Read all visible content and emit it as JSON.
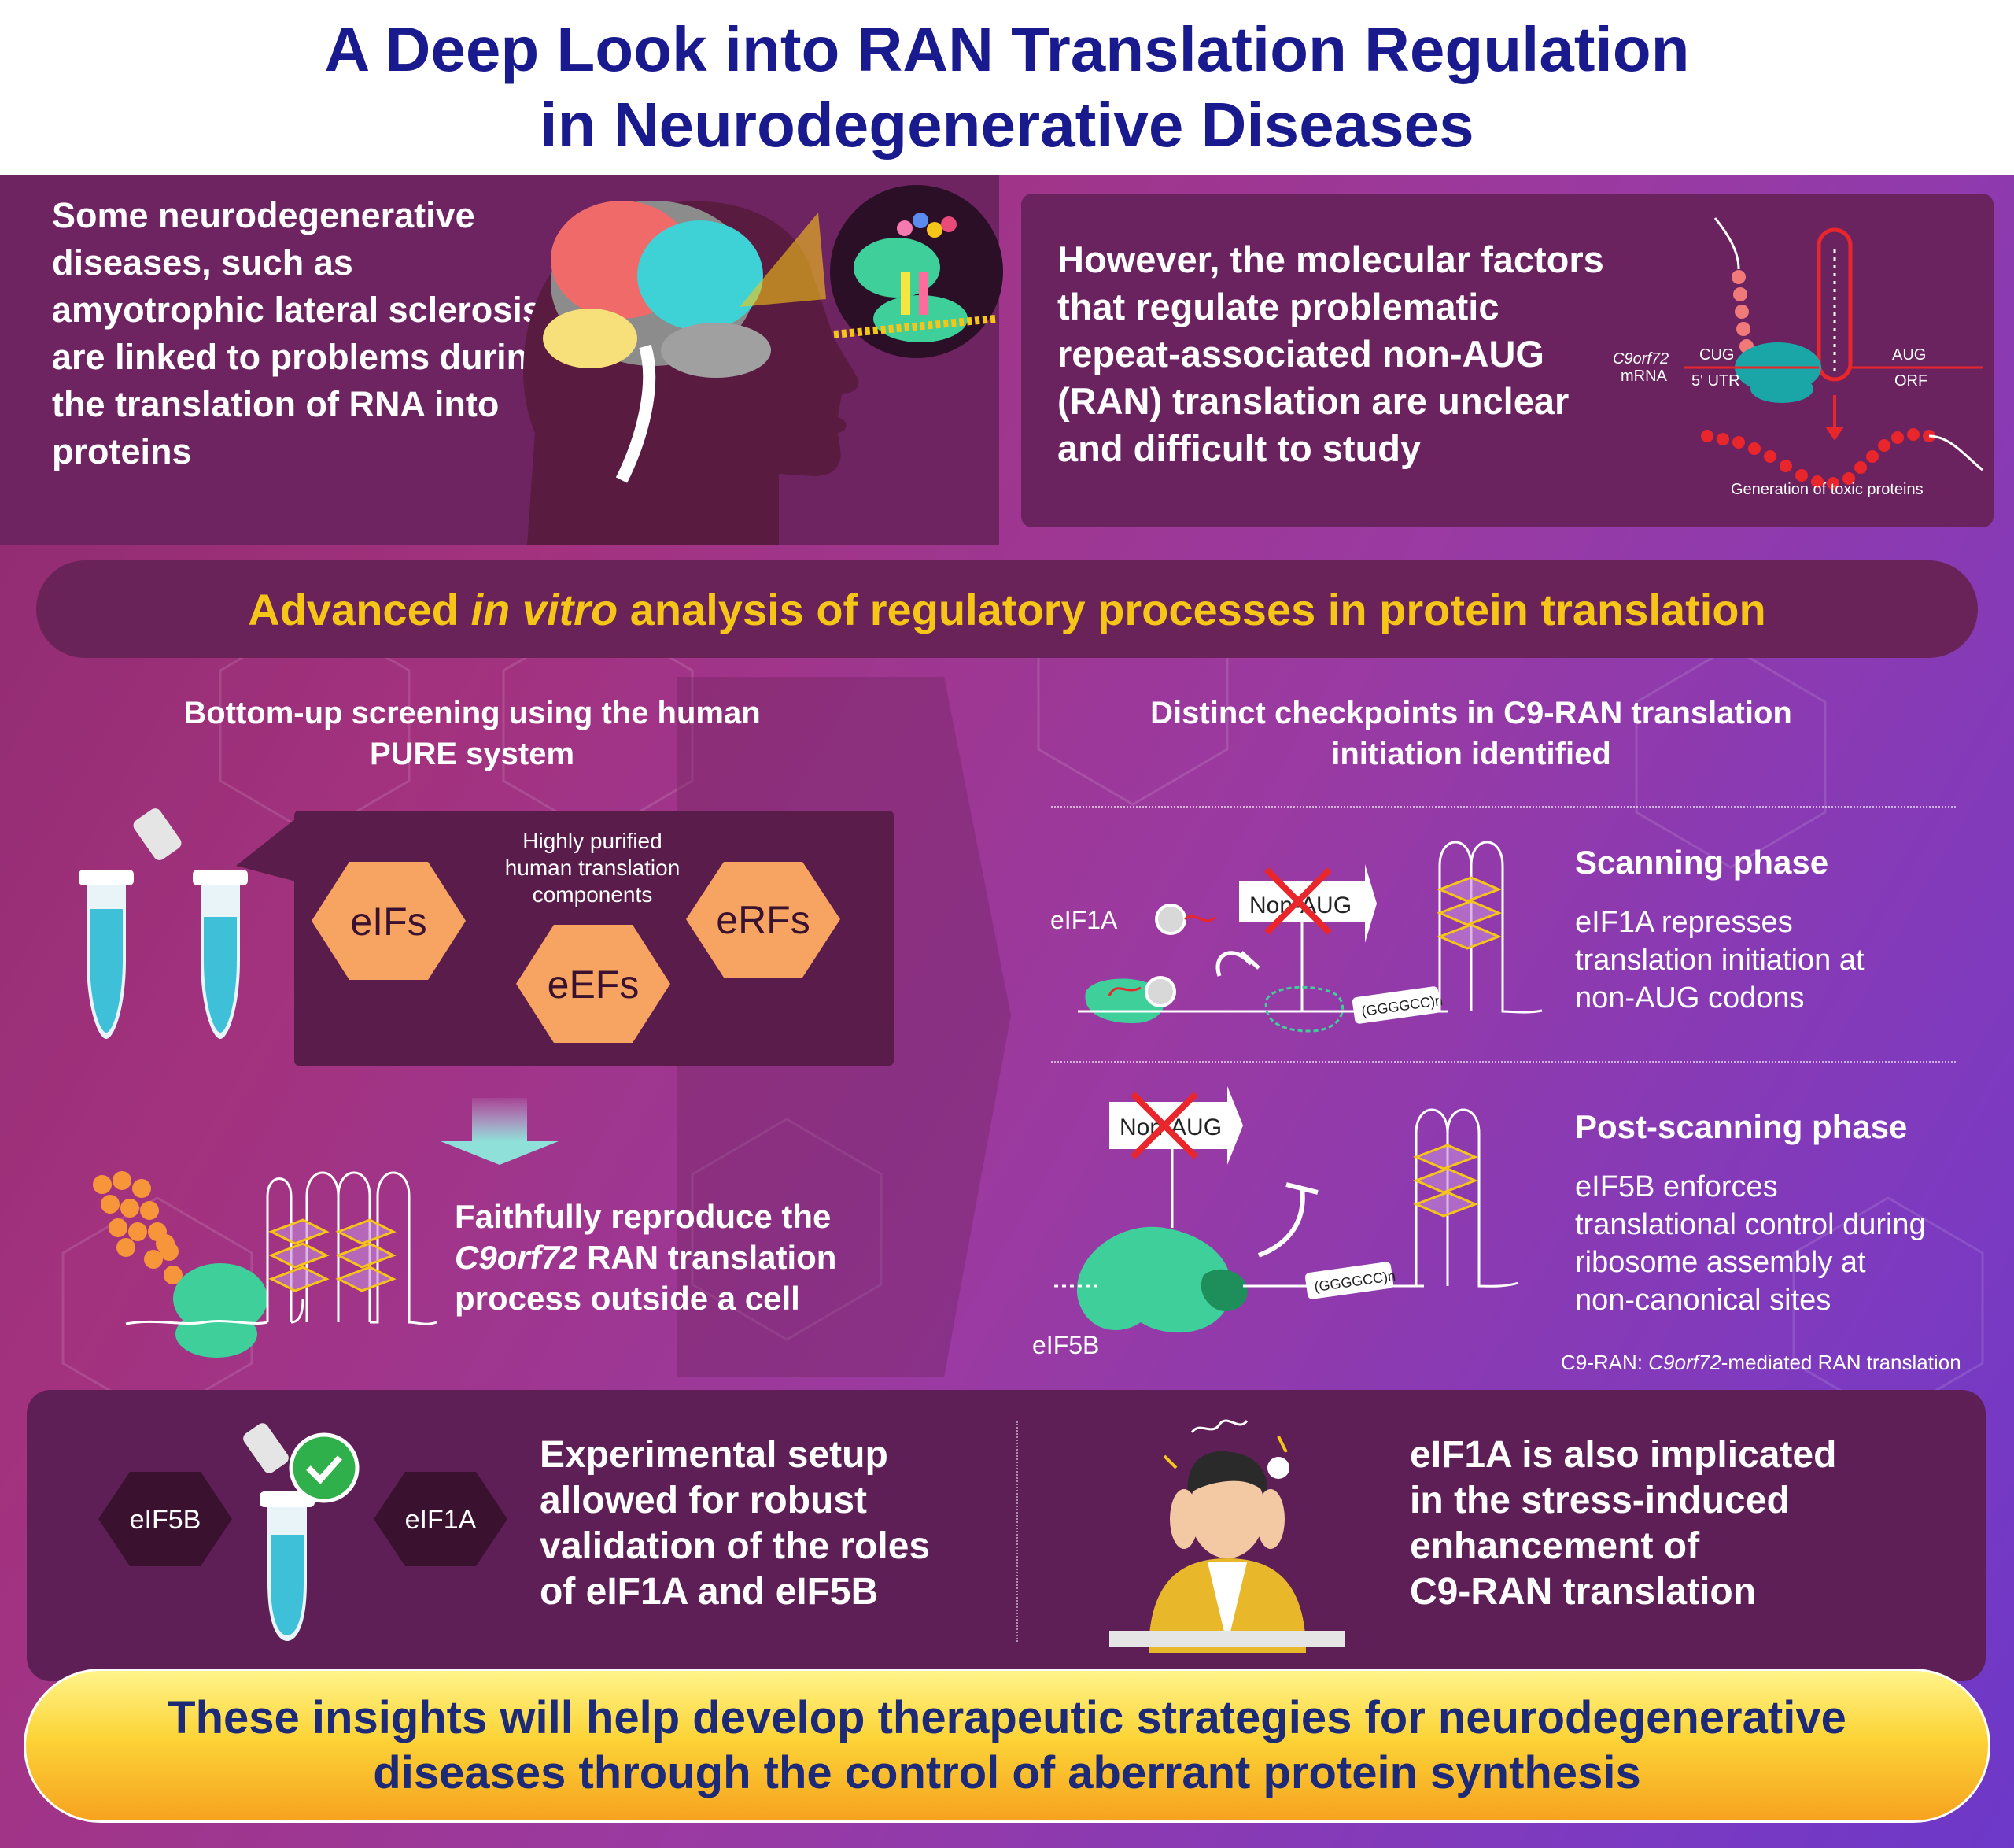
{
  "title": {
    "line1": "A Deep Look into RAN Translation Regulation",
    "line2": "in Neurodegenerative Diseases"
  },
  "intro": {
    "left_text": "Some neurodegenerative diseases, such as amyotrophic lateral sclerosis, are linked to problems during the translation of RNA into proteins",
    "right_text": "However, the molecular factors that regulate problematic repeat-associated non-AUG (RAN) translation are unclear and difficult to study"
  },
  "mrna_diagram": {
    "gene_label": "C9orf72",
    "mrna_label": "mRNA",
    "cug_label": "CUG",
    "utr_label": "5' UTR",
    "aug_label": "AUG",
    "orf_label": "ORF",
    "caption": "Generation of toxic proteins"
  },
  "banner": {
    "prefix": "Advanced ",
    "italic": "in vitro",
    "suffix": " analysis of regulatory processes in protein translation"
  },
  "left_section": {
    "heading_line1": "Bottom-up screening using the human",
    "heading_line2": "PURE system",
    "components_caption_line1": "Highly purified",
    "components_caption_line2": "human translation",
    "components_caption_line3": "components",
    "hex_eifs": "eIFs",
    "hex_eefs": "eEFs",
    "hex_erfs": "eRFs",
    "result_line1": "Faithfully reproduce the",
    "result_italic": "C9orf72",
    "result_line2_rest": " RAN translation",
    "result_line3": "process outside a cell"
  },
  "right_section": {
    "heading_line1": "Distinct checkpoints in C9-RAN translation",
    "heading_line2": "initiation identified",
    "scanning": {
      "label": "eIF1A",
      "sign": "Non-AUG",
      "repeat": "(GGGGCC)n",
      "heading": "Scanning phase",
      "body_line1": "eIF1A represses",
      "body_line2": "translation initiation at",
      "body_line3": "non-AUG codons"
    },
    "post_scanning": {
      "label": "eIF5B",
      "sign": "Non-AUG",
      "repeat": "(GGGGCC)n",
      "heading": "Post-scanning phase",
      "body_line1": "eIF5B enforces",
      "body_line2": "translational control during",
      "body_line3": "ribosome assembly at",
      "body_line4": "non-canonical sites"
    },
    "footnote_prefix": "C9-RAN: ",
    "footnote_italic": "C9orf72",
    "footnote_suffix": "-mediated RAN translation"
  },
  "bottom": {
    "hex_left": "eIF5B",
    "hex_right": "eIF1A",
    "validation_line1": "Experimental setup",
    "validation_line2": "allowed for robust",
    "validation_line3": "validation of the roles",
    "validation_line4": "of eIF1A and eIF5B",
    "stress_line1": "eIF1A is also implicated",
    "stress_line2": "in the stress-induced",
    "stress_line3": "enhancement of",
    "stress_line4": "C9-RAN translation"
  },
  "conclusion": {
    "line1": "These insights will help develop therapeutic strategies for neurodegenerative",
    "line2": "diseases through the control of aberrant protein synthesis"
  },
  "colors": {
    "title": "#1a1a8f",
    "banner_text": "#f5c518",
    "hexagon": "#f7a462",
    "ribosome": "#3ecf9a",
    "red_cross": "#e8262b",
    "conclusion_text": "#1c2a78"
  }
}
